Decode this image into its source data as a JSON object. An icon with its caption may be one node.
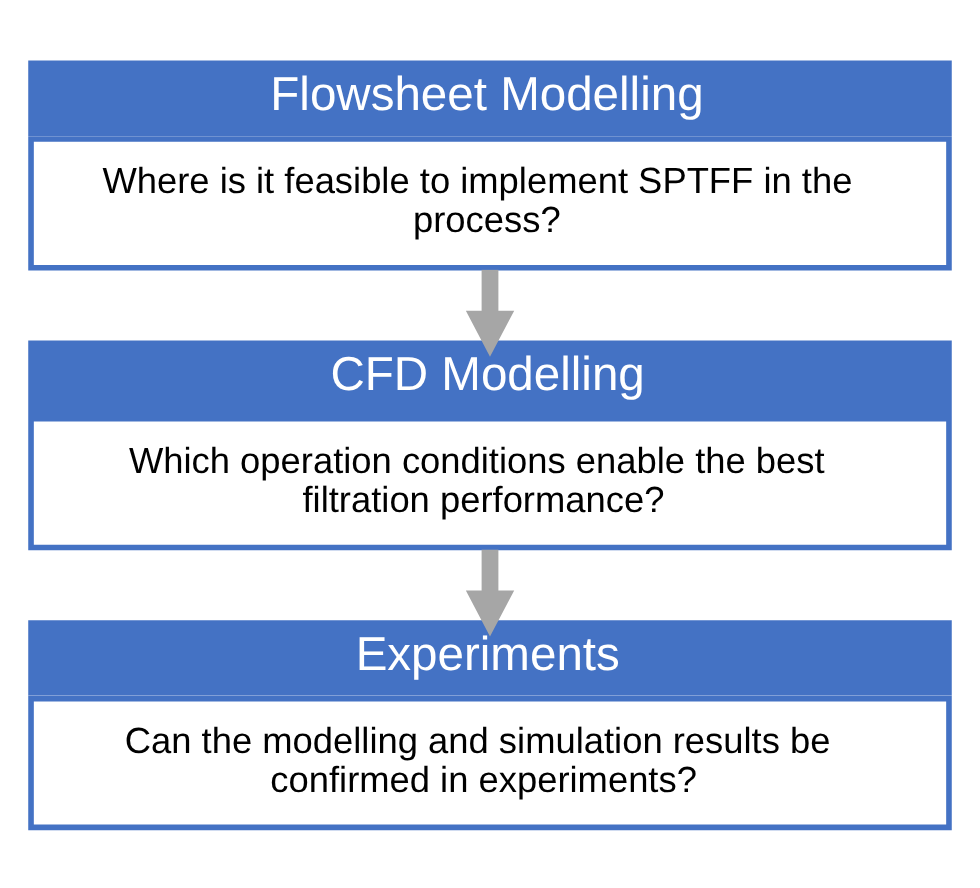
{
  "diagram": {
    "nodes": [
      {
        "text": [
          "Flowsheet Modelling",
          "Where is it feasible to implement SPTFF in the process?"
        ]
      },
      {
        "text": [
          "CFD Modelling",
          "Which operation conditions enable the best filtration performance?"
        ]
      },
      {
        "text": [
          "Experiments",
          "Can the modelling and simulation results be confirmed in experiments?"
        ]
      }
    ],
    "edges": [
      {
        "from": 0,
        "to": 1,
        "arrow": "to"
      },
      {
        "from": 1,
        "to": 2,
        "arrow": "to"
      }
    ]
  }
}
